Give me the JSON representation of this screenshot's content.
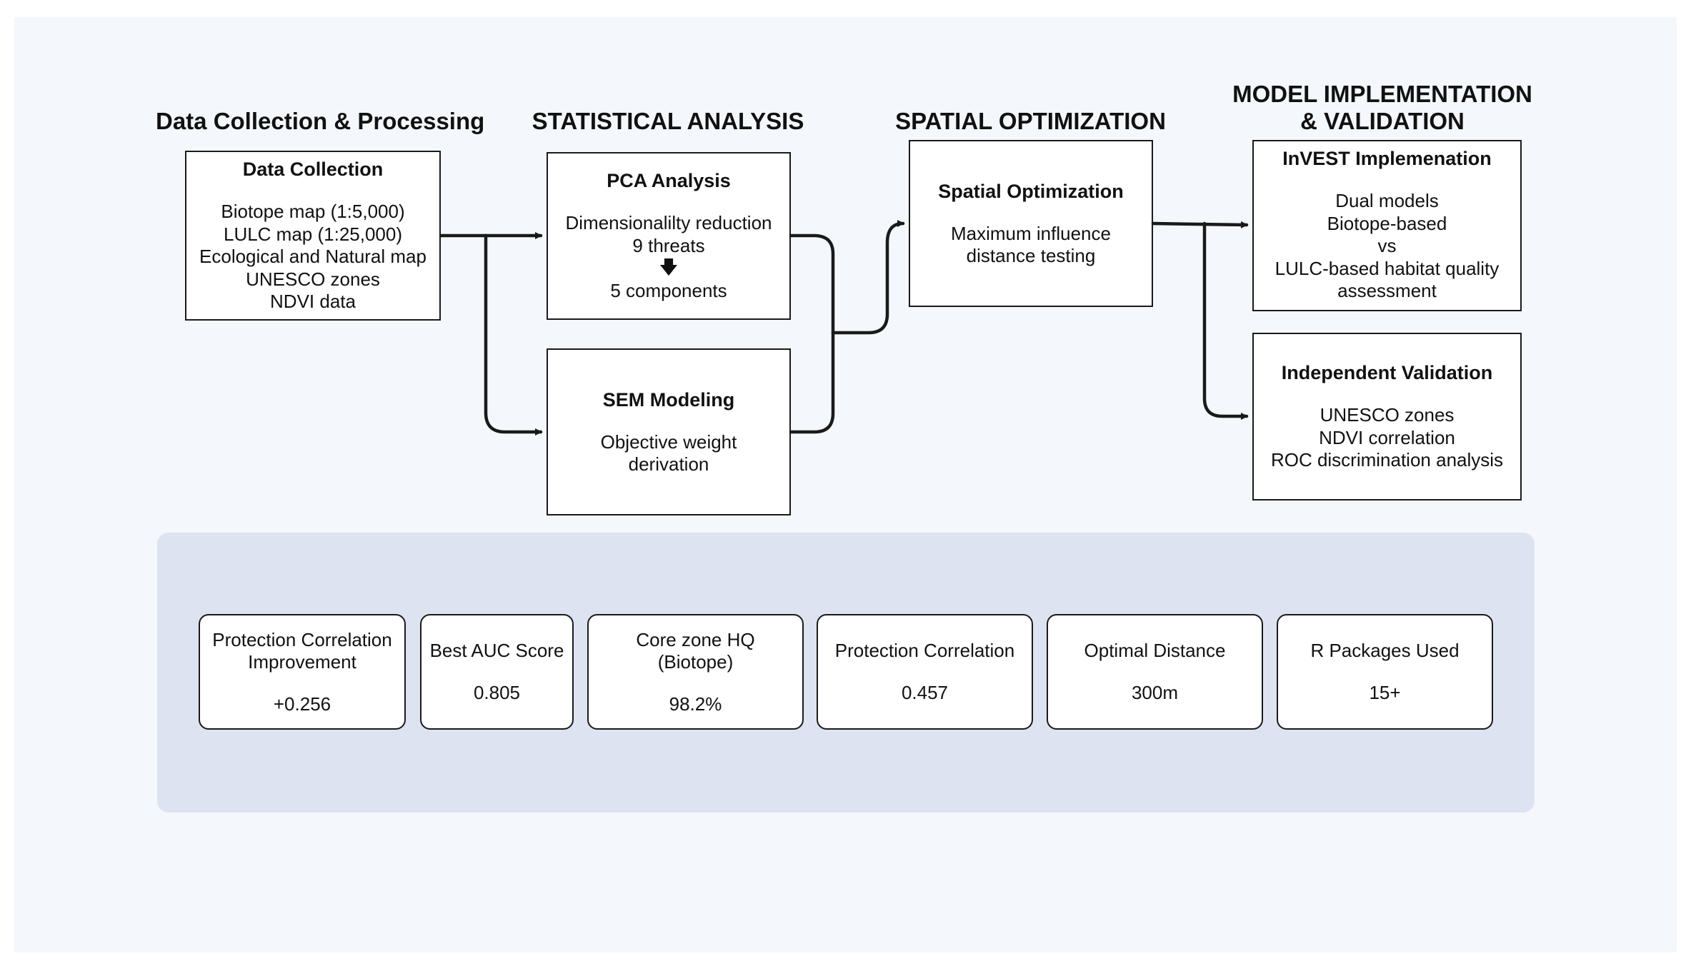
{
  "headings": {
    "data_collection": [
      "Data Collection & Processing"
    ],
    "statistical": [
      "STATISTICAL ANALYSIS"
    ],
    "spatial": [
      "SPATIAL OPTIMIZATION"
    ],
    "model": [
      "MODEL IMPLEMENTATION",
      "& VALIDATION"
    ]
  },
  "boxes": {
    "data_collection": {
      "title": "Data Collection",
      "lines": [
        "Biotope map (1:5,000)",
        "LULC map (1:25,000)",
        "Ecological and Natural map",
        "UNESCO zones",
        "NDVI data"
      ]
    },
    "pca": {
      "title": "PCA Analysis",
      "lines": [
        "Dimensionalilty reduction",
        "9 threats"
      ],
      "arrow": "🡇",
      "after_arrow": "5 components"
    },
    "sem": {
      "title": "SEM Modeling",
      "lines": [
        "Objective weight",
        "derivation"
      ]
    },
    "spatial": {
      "title": "Spatial Optimization",
      "lines": [
        "Maximum influence",
        "distance testing"
      ]
    },
    "invest": {
      "title": "InVEST Implemenation",
      "lines": [
        "Dual models",
        "Biotope-based",
        "vs",
        "LULC-based habitat quality",
        "assessment"
      ]
    },
    "validation": {
      "title": "Independent Validation",
      "lines": [
        "UNESCO zones",
        "NDVI correlation",
        "ROC discrimination analysis"
      ]
    }
  },
  "metrics": [
    {
      "label": [
        "Protection Correlation",
        "Improvement"
      ],
      "value": "+0.256"
    },
    {
      "label": [
        "Best AUC Score"
      ],
      "value": "0.805"
    },
    {
      "label": [
        "Core zone HQ",
        "(Biotope)"
      ],
      "value": "98.2%"
    },
    {
      "label": [
        "Protection Correlation"
      ],
      "value": "0.457"
    },
    {
      "label": [
        "Optimal Distance"
      ],
      "value": "300m"
    },
    {
      "label": [
        "R Packages Used"
      ],
      "value": "15+"
    }
  ],
  "colors": {
    "page_background": "#f4f7fb",
    "metrics_panel": "#dde3f0",
    "stroke": "#1a1a1a"
  }
}
